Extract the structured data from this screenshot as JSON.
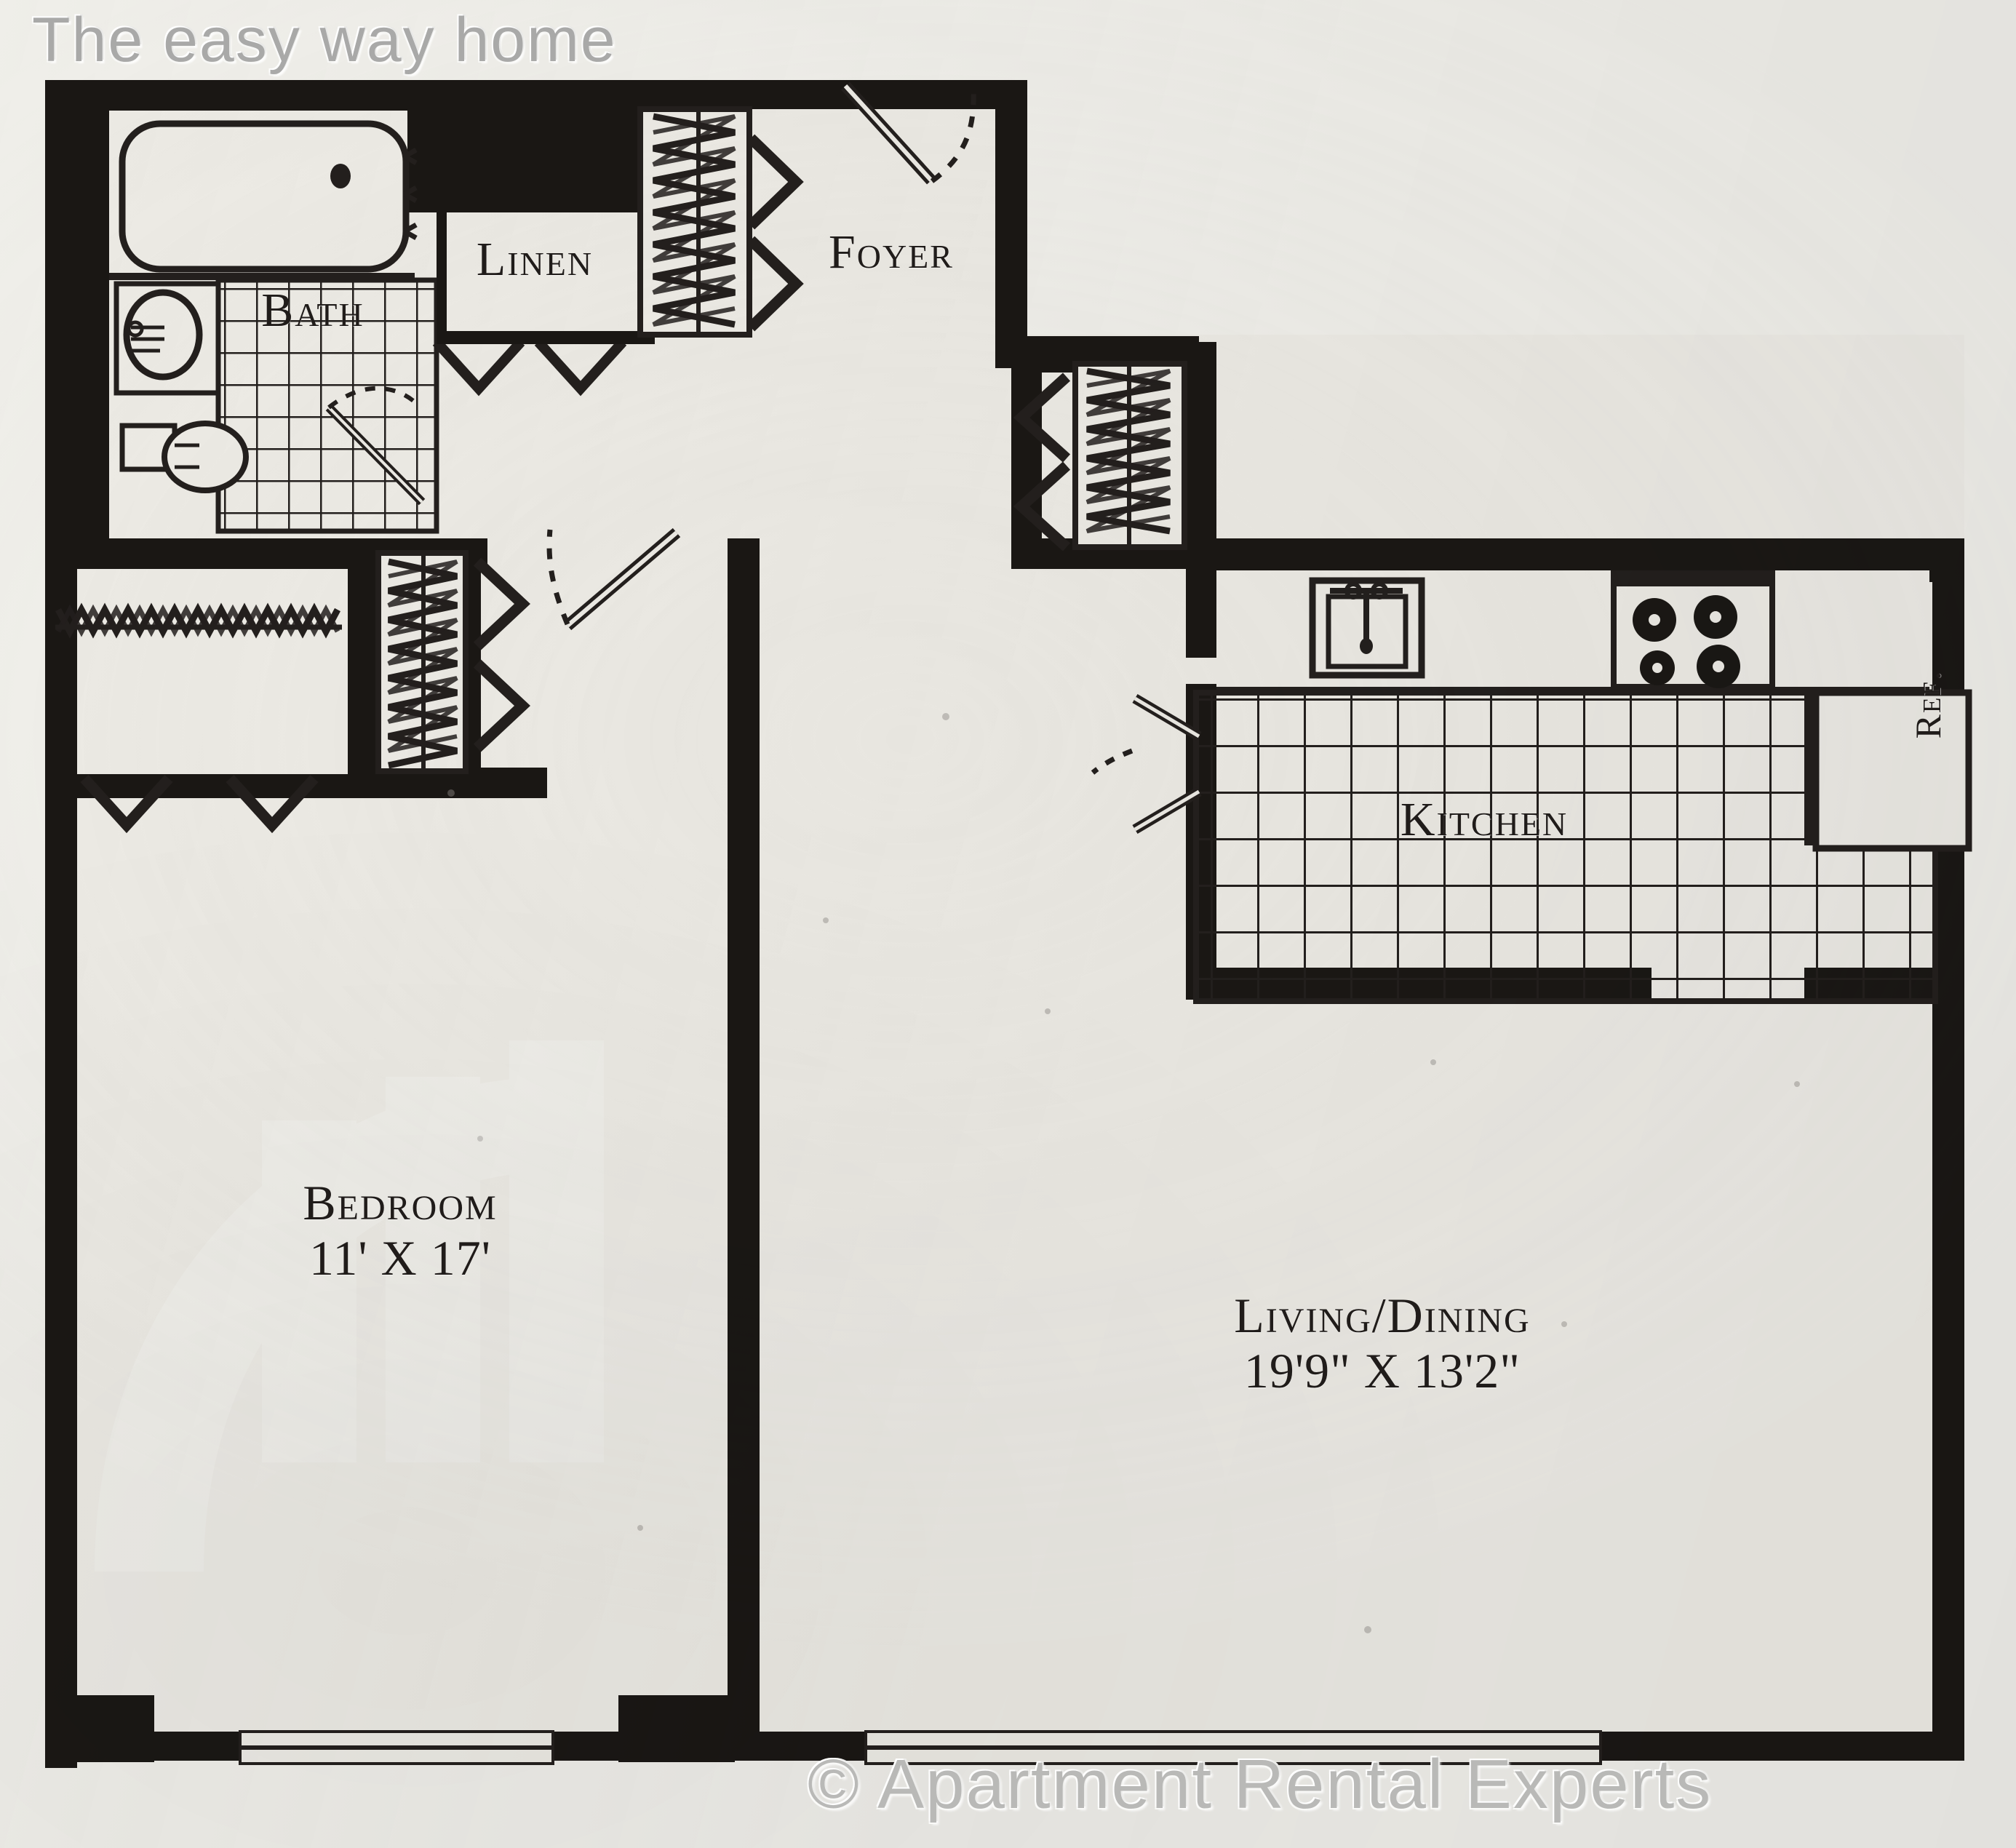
{
  "document": {
    "type": "apartment-floor-plan",
    "orientation": "landscape"
  },
  "watermarks": {
    "top": "The easy way home",
    "bottom": "© Apartment Rental Experts"
  },
  "colors": {
    "paper": "#efeee9",
    "wall": "#1a1714",
    "line": "#231f1d",
    "label": "#201c1a",
    "watermark": "#a9a9a8"
  },
  "rooms": [
    {
      "id": "bath",
      "label": "Bath",
      "dims": ""
    },
    {
      "id": "linen",
      "label": "Linen",
      "dims": ""
    },
    {
      "id": "foyer",
      "label": "Foyer",
      "dims": ""
    },
    {
      "id": "kitchen",
      "label": "Kitchen",
      "dims": ""
    },
    {
      "id": "ref",
      "label": "Ref.",
      "dims": ""
    },
    {
      "id": "bedroom",
      "label": "Bedroom",
      "dims": "11' X 17'"
    },
    {
      "id": "living",
      "label": "Living/Dining",
      "dims": "19'9\" X 13'2\""
    }
  ],
  "fixtures": {
    "bathtub": "bathtub-fixture",
    "sink_bath": "bathroom-sink-fixture",
    "toilet": "toilet-fixture",
    "sink_kitchen": "kitchen-sink-fixture",
    "range": "range-cooktop-fixture",
    "refrigerator": "refrigerator-fixture"
  },
  "features": {
    "closets": 4,
    "bifold_doors": 8,
    "swing_doors": 3,
    "windows": 2
  }
}
